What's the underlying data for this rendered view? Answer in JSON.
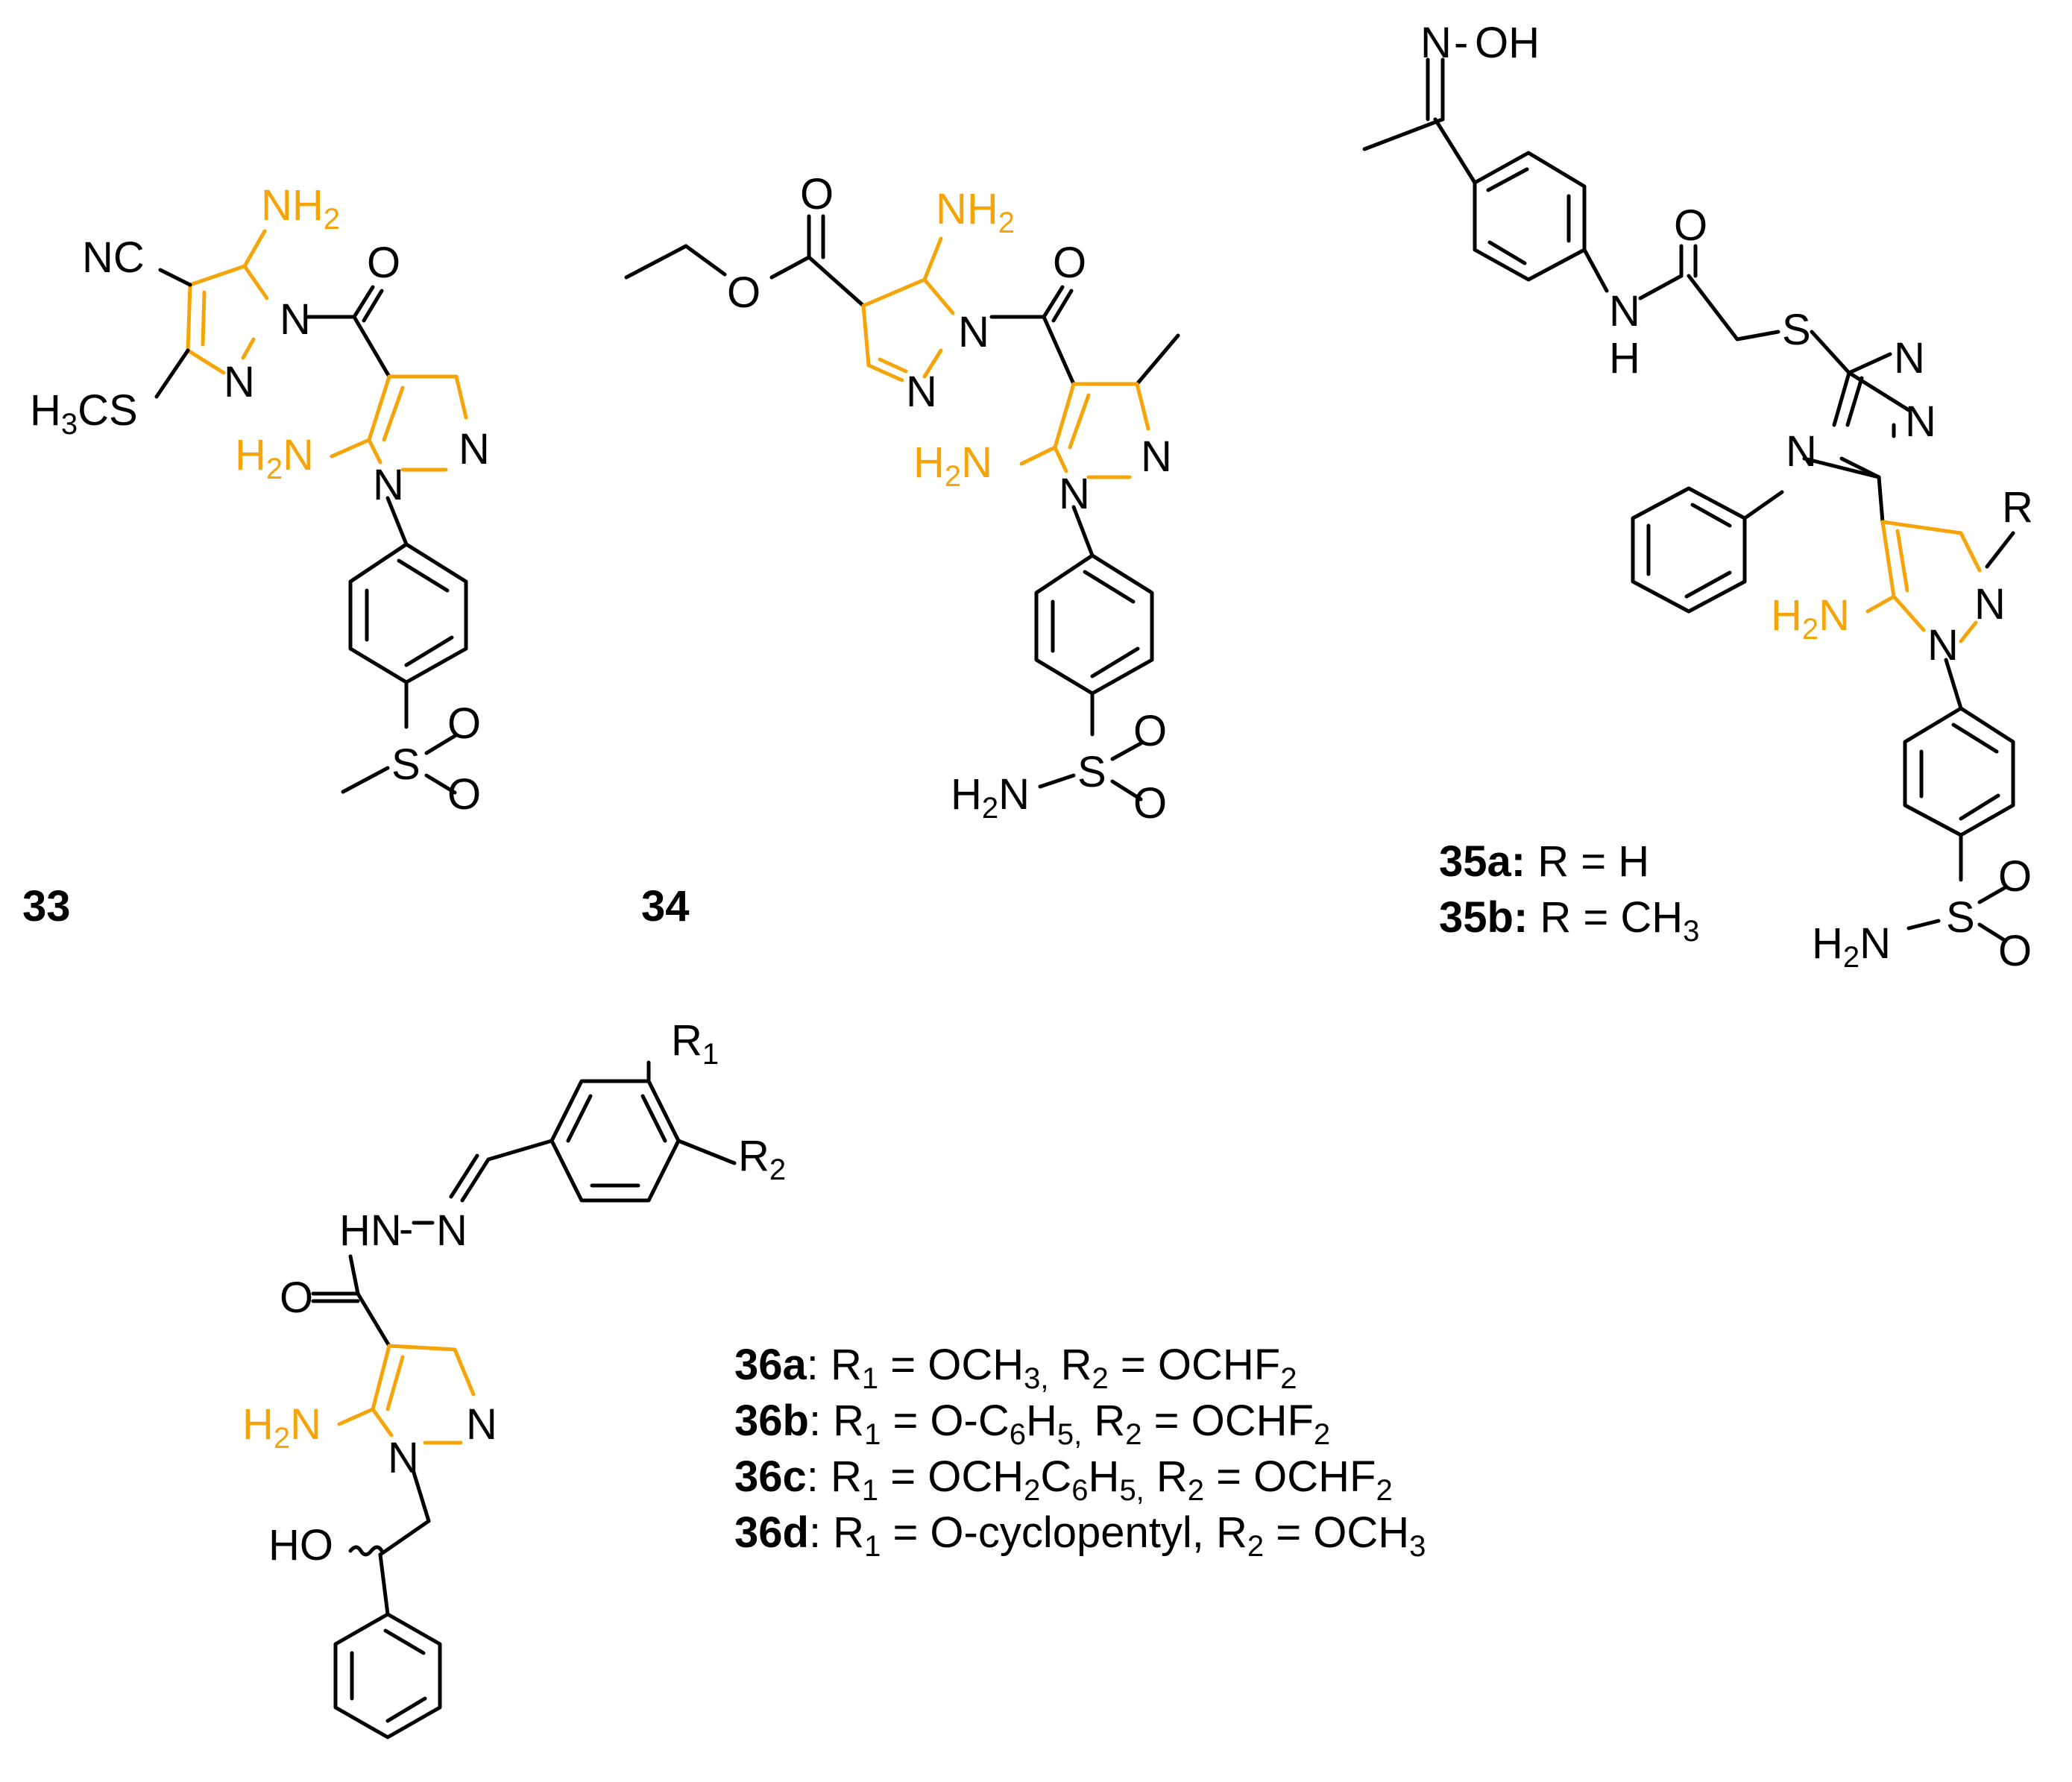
{
  "colors": {
    "highlight": "#f5a50a",
    "bond": "#000000",
    "background": "#ffffff"
  },
  "compounds": {
    "c33": {
      "id": "33",
      "labels": {
        "nh2_top": "NH2",
        "nc": "NC",
        "n1": "N",
        "n2": "N",
        "sch3": "H3CS",
        "o": "O",
        "n3": "N",
        "n4": "N",
        "h2n": "H2N",
        "s": "S",
        "o1": "O",
        "o2": "O"
      }
    },
    "c34": {
      "id": "34",
      "labels": {
        "o_top": "O",
        "o_ester": "O",
        "nh2": "NH2",
        "n1": "N",
        "n2": "N",
        "o_co": "O",
        "n3": "N",
        "n4": "N",
        "h2n": "H2N",
        "s": "S",
        "o1": "O",
        "o2": "O",
        "h2n_sulf": "H2N"
      }
    },
    "c35": {
      "labels": {
        "n_ox": "N",
        "oh": "OH",
        "o_amide": "O",
        "nh": "N",
        "h": "H",
        "s_thio": "S",
        "n_tr1": "N",
        "n_tr2": "N",
        "n_tr4": "N",
        "r": "R",
        "h2n": "H2N",
        "n_pz1": "N",
        "n_pz2": "N",
        "s": "S",
        "o1": "O",
        "o2": "O",
        "h2n_sulf": "H2N"
      },
      "legend": [
        {
          "id": "35a:",
          "text": " R = H"
        },
        {
          "id": "35b:",
          "text": " R = CH3"
        }
      ]
    },
    "c36": {
      "labels": {
        "r1": "R1",
        "r2": "R2",
        "hn": "HN",
        "n": "N",
        "o": "O",
        "h2n": "H2N",
        "n1": "N",
        "n2": "N",
        "ho": "HO"
      },
      "legend": [
        {
          "id": "36a",
          "text": ": R1 = OCH3, R2 = OCHF2"
        },
        {
          "id": "36b",
          "text": ":  R1 = O-C6H5, R2 = OCHF2"
        },
        {
          "id": "36c",
          "text": ": R1 = OCH2C6H5, R2 = OCHF2"
        },
        {
          "id": "36d",
          "text": ": R1 = O-cyclopentyl, R2 = OCH3"
        }
      ]
    }
  }
}
